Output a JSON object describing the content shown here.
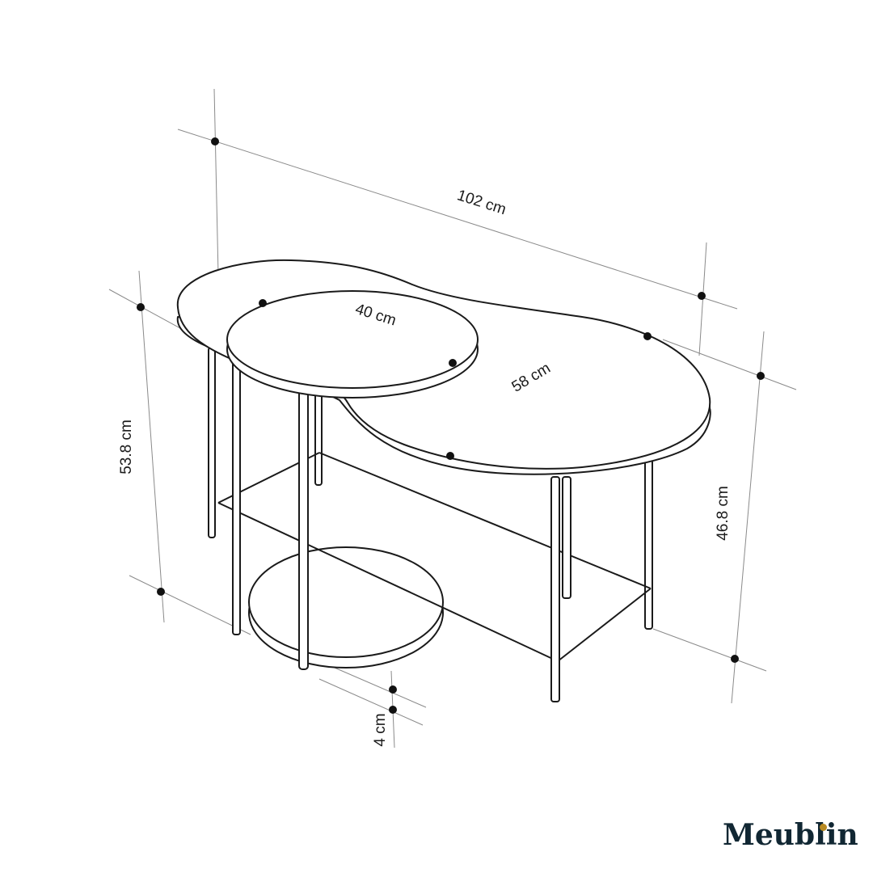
{
  "dimensions": {
    "length": "102 cm",
    "small_top_diameter": "40 cm",
    "large_top_depth": "58 cm",
    "total_height": "53.8 cm",
    "lower_height": "46.8 cm",
    "shelf_thickness": "4 cm"
  },
  "brand": {
    "name": "Meublin",
    "accent_color": "#b88a22",
    "text_color": "#112733"
  }
}
